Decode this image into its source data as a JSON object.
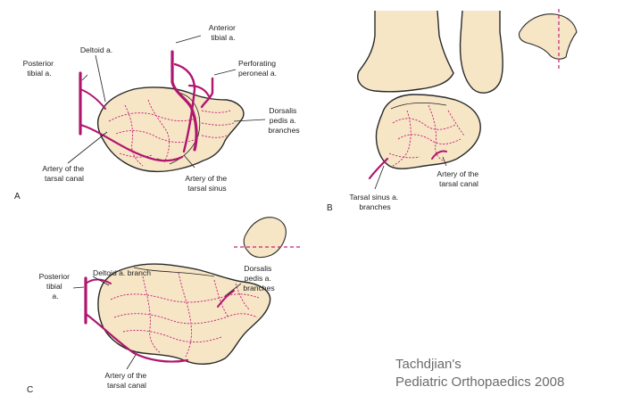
{
  "panel_a": {
    "letter": "A",
    "labels": {
      "anterior_tibial": [
        "Anterior",
        "tibial a."
      ],
      "deltoid": [
        "Deltoid a."
      ],
      "posterior_tibial": [
        "Posterior",
        "tibial a."
      ],
      "perforating_peroneal": [
        "Perforating",
        "peroneal a."
      ],
      "dorsalis_pedis": [
        "Dorsalis",
        "pedis a.",
        "branches"
      ],
      "tarsal_canal": [
        "Artery of the",
        "tarsal canal"
      ],
      "tarsal_sinus": [
        "Artery of the",
        "tarsal sinus"
      ]
    }
  },
  "panel_b": {
    "letter": "B",
    "labels": {
      "tarsal_canal": [
        "Artery of the",
        "tarsal canal"
      ],
      "tarsal_sinus": [
        "Tarsal sinus a.",
        "branches"
      ]
    }
  },
  "panel_c": {
    "letter": "C",
    "labels": {
      "posterior_tibial": [
        "Posterior",
        "tibial",
        "a."
      ],
      "deltoid_branch": [
        "Deltoid a. branch"
      ],
      "dorsalis_pedis": [
        "Dorsalis",
        "pedis a.",
        "branches"
      ],
      "tarsal_canal": [
        "Artery of the",
        "tarsal canal"
      ]
    }
  },
  "citation": {
    "line1": "Tachdjian's",
    "line2": "Pediatric Orthopaedics 2008"
  },
  "colors": {
    "artery": "#b0166e",
    "vessel": "#c8207a",
    "bone": "#f6e6c6",
    "outline": "#2a2a2a"
  }
}
